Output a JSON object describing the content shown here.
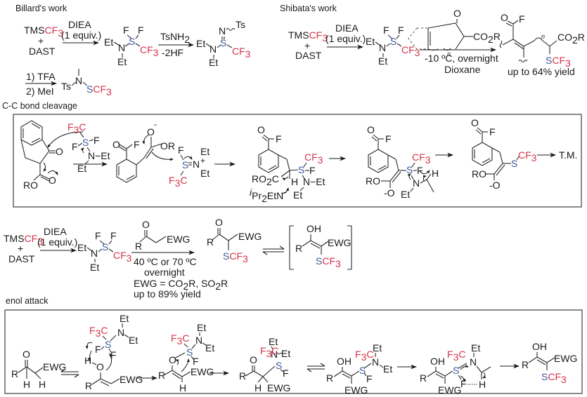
{
  "sections": {
    "billard": {
      "title": "Billard's work"
    },
    "shibata": {
      "title": "Shibata's work"
    },
    "cc_cleavage": {
      "title": "C-C bond cleavage"
    },
    "enol_attack": {
      "title": "enol attack"
    }
  },
  "reagents": {
    "tms": "TMS",
    "cf3": "CF",
    "three": "3",
    "plus": "+",
    "dast": "DAST",
    "diea": "DIEA",
    "equiv": "(1 equiv.)",
    "tsnh2": "TsNH",
    "two": "2",
    "minus2hf": "-2HF",
    "tfa": "1) TFA",
    "mei": "2) MeI",
    "shibata_cond1": "-10 ºC, overnight",
    "shibata_cond2": "Dioxane",
    "shibata_yield": "up to 64% yield",
    "sulf_cond1": "40 ºC or 70 ºC",
    "sulf_cond2": "overnight",
    "sulf_cond3a": "EWG = CO",
    "sulf_cond3b": "R, SO",
    "sulf_cond3c": "R",
    "sulf_yield": "up to 89% yield",
    "tm": "T.M."
  },
  "atoms": {
    "et": "Et",
    "n": "N",
    "s": "S",
    "f": "F",
    "o": "O",
    "h": "H",
    "r": "R",
    "ts": "Ts",
    "ro": "RO",
    "or": "OR",
    "oh": "OH",
    "ewg": "EWG",
    "co2r_a": "CO",
    "co2r_b": "R",
    "ro2c_a": "RO",
    "ro2c_b": "C",
    "f3c_a": "F",
    "f3c_b": "C",
    "scf3_s": "S",
    "n_dash_et": "N−Et",
    "iPr": "i",
    "pr2etn": "Pr",
    "etn": "EtN",
    "minus": "-",
    "plus_charge": "+",
    "n_label": "n",
    "o_minus": "-O"
  },
  "colors": {
    "cf3_red": "#d6334a",
    "sulfur_blue": "#3a5a9a",
    "text": "#1a1a1a",
    "box_border": "#4a4a4a"
  }
}
